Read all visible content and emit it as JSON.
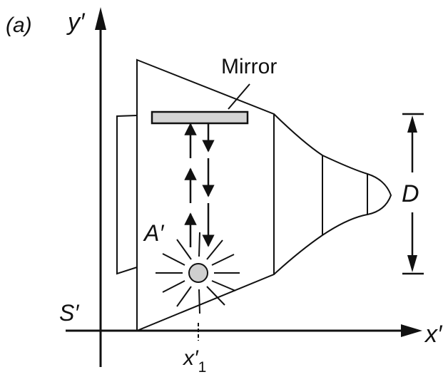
{
  "panel_label": "(a)",
  "axes": {
    "y_label": "y",
    "y_prime": "′",
    "x_label": "x",
    "x_prime": "′",
    "origin_label": "S′"
  },
  "labels": {
    "mirror": "Mirror",
    "source": "A′",
    "dimension": "D",
    "tick_label": "x",
    "tick_prime": "′",
    "tick_sub": "1"
  },
  "colors": {
    "ink": "#111111",
    "mirror_fill": "#d3d3d3",
    "source_fill": "#cfcfcf",
    "background": "#ffffff"
  },
  "icons": {
    "light_source": "sunburst-lamp-icon",
    "photon_arrows": "up-down-arrows-icon"
  }
}
